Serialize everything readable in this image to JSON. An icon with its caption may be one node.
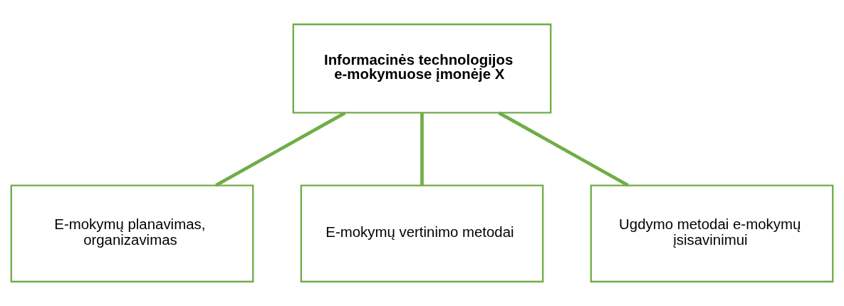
{
  "diagram": {
    "nodes": [
      {
        "text": [
          "Informacinės technologijos e-mokymuose įmonėje X"
        ]
      },
      {
        "text": [
          "E-mokymų planavimas, organizavimas"
        ]
      },
      {
        "text": [
          "E-mokymų vertinimo metodai"
        ]
      },
      {
        "text": [
          "Ugdymo metodai e-mokymų įsisavinimui"
        ]
      }
    ],
    "edges": [
      {
        "from": 0,
        "to": 1,
        "arrow": "none"
      },
      {
        "from": 0,
        "to": 2,
        "arrow": "none"
      },
      {
        "from": 0,
        "to": 3,
        "arrow": "none"
      }
    ]
  }
}
